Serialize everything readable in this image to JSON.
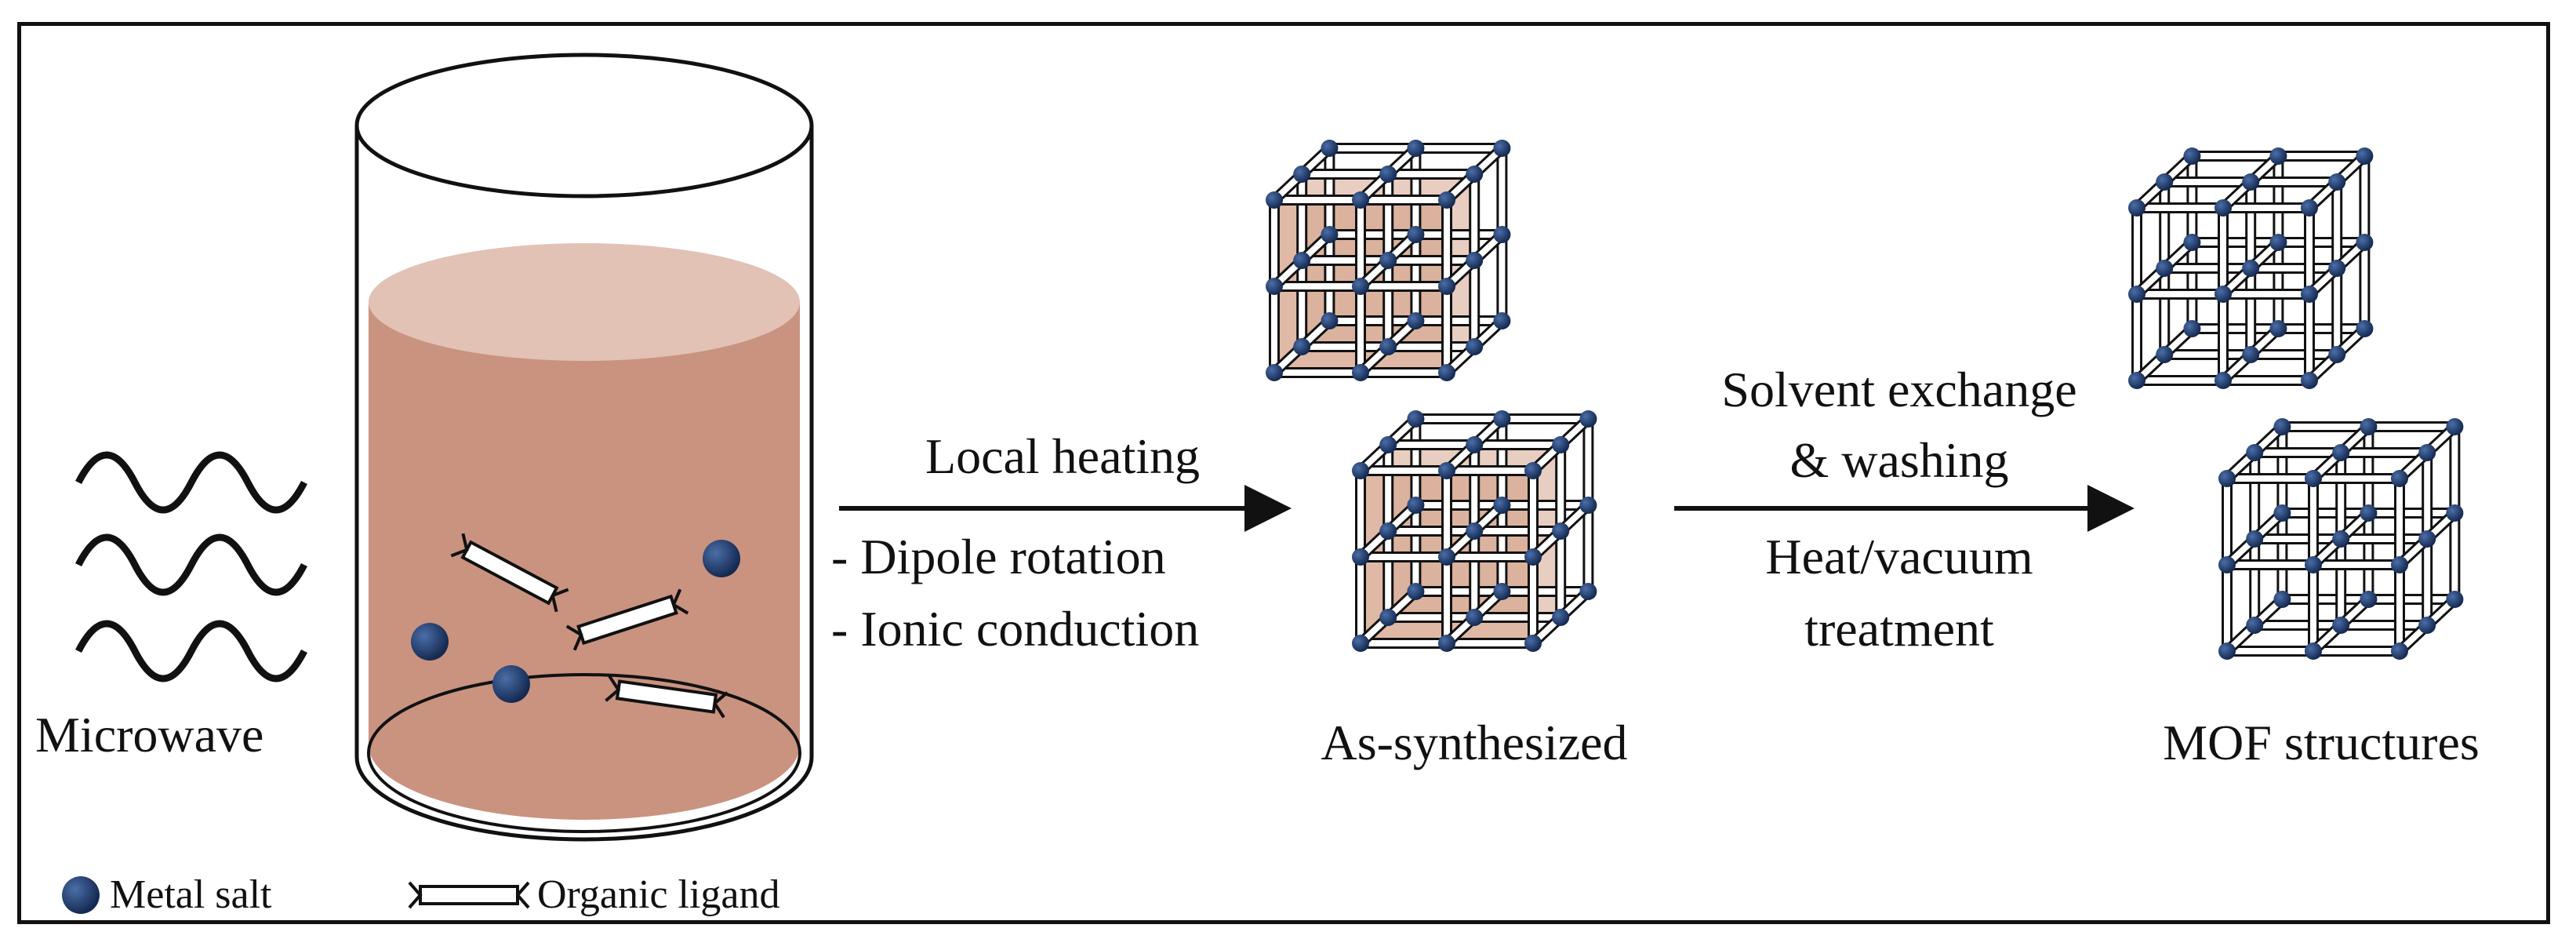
{
  "labels": {
    "microwave": "Microwave",
    "step1_title": "Local heating",
    "step1_line1": "- Dipole rotation",
    "step1_line2": "- Ionic conduction",
    "as_synthesized": "As-synthesized",
    "step2_line1": "Solvent exchange",
    "step2_line2": "& washing",
    "step2_line3": "Heat/vacuum",
    "step2_line4": "treatment",
    "mof": "MOF structures"
  },
  "legend": {
    "metal_salt": "Metal salt",
    "organic_ligand": "Organic ligand"
  },
  "colors": {
    "solution": "#c99380",
    "solution_top": "#e2c2b5",
    "metal_node": "#1f3b6b",
    "cube_fill": "#d9ad97",
    "line": "#111111"
  }
}
